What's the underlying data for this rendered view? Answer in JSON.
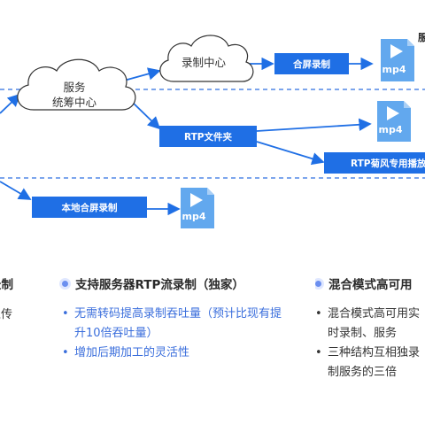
{
  "diagram": {
    "cloud_server": "服务\n统筹中心",
    "cloud_server_line1": "服务",
    "cloud_server_line2": "统筹中心",
    "cloud_record": "录制中心",
    "box_merge": "合屏录制",
    "box_rtp_folder": "RTP文件夹",
    "box_rtp_player": "RTP菊风专用播放",
    "box_local_merge": "本地合屏录制",
    "file_label": "mp4",
    "top_right_fragment": "服",
    "colors": {
      "accent": "#1f6fe5",
      "box": "#1f6fe5",
      "file": "#62a8ee",
      "dashed": "#2f6fe0"
    }
  },
  "features": {
    "left": {
      "title": "录制",
      "line": "上传"
    },
    "middle": {
      "title": "支持服务器RTP流录制（独家）",
      "items": [
        "无需转码提高录制吞吐量（预计比现有提升10倍吞吐量）",
        "增加后期加工的灵活性"
      ]
    },
    "right": {
      "title": "混合模式高可用",
      "items": [
        "混合模式高可用实时录制、服务",
        "三种结构互相独录制服务的三倍"
      ]
    }
  }
}
